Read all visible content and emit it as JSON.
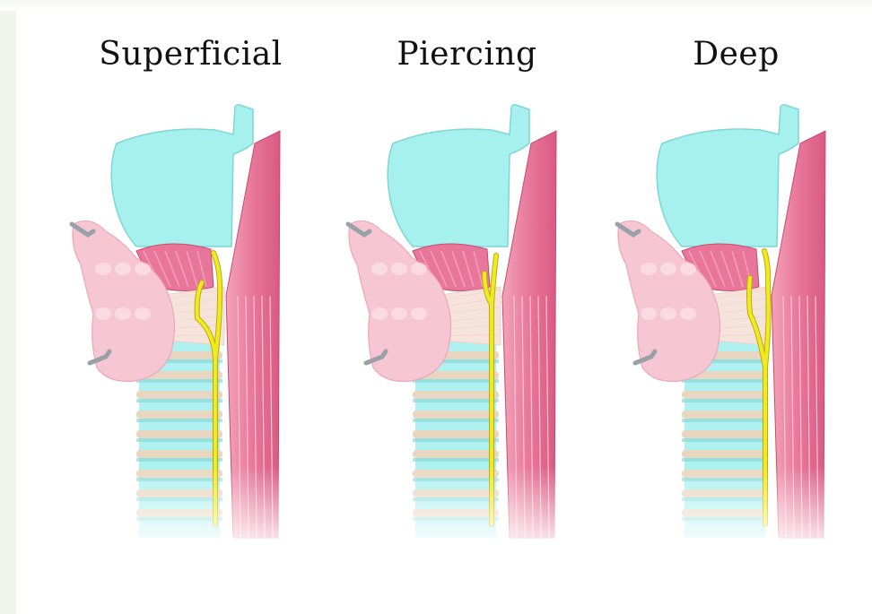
{
  "panels": [
    {
      "id": "superficial",
      "title": "Superficial",
      "variant": "superficial"
    },
    {
      "id": "piercing",
      "title": "Piercing",
      "variant": "piercing"
    },
    {
      "id": "deep",
      "title": "Deep",
      "variant": "deep"
    }
  ],
  "colors": {
    "cartilage": "#a6f0ee",
    "cartilage_edge": "#7fd6d6",
    "muscle": "#e8769a",
    "muscle_light": "#f2a3b8",
    "gland": "#f6c6d2",
    "nerve": "#f1ea21",
    "trachea_ring": "#e9d6c0",
    "ligament": "#f6e4dc",
    "retractor": "#9aa0a8"
  }
}
